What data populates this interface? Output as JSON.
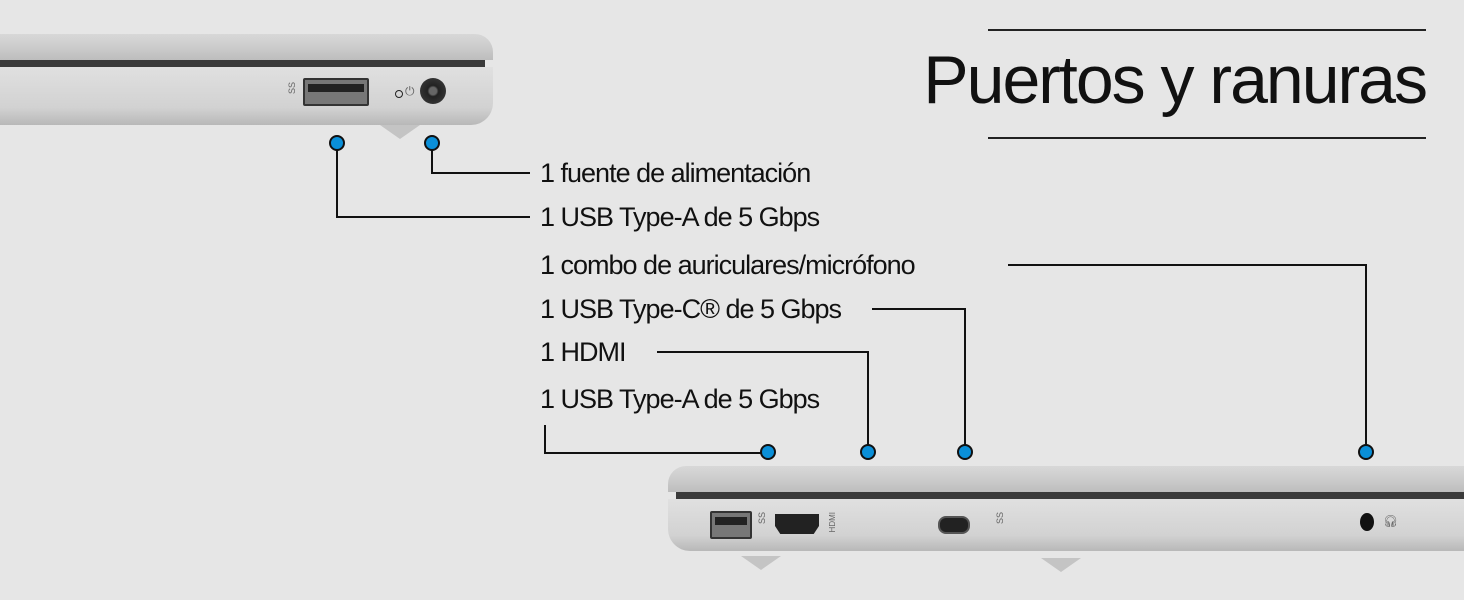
{
  "title": "Puertos y ranuras",
  "ports": [
    "1 fuente de alimentación",
    "1 USB Type-A de 5 Gbps",
    "1 combo de auriculares/micrófono",
    "1 USB Type-C® de 5 Gbps",
    "1 HDMI",
    "1 USB Type-A de 5 Gbps"
  ],
  "port_markings": {
    "ss": "SS",
    "hdmi": "HDMI"
  },
  "colors": {
    "callout_dot": "#0a8fd8",
    "background": "#e6e6e6"
  }
}
